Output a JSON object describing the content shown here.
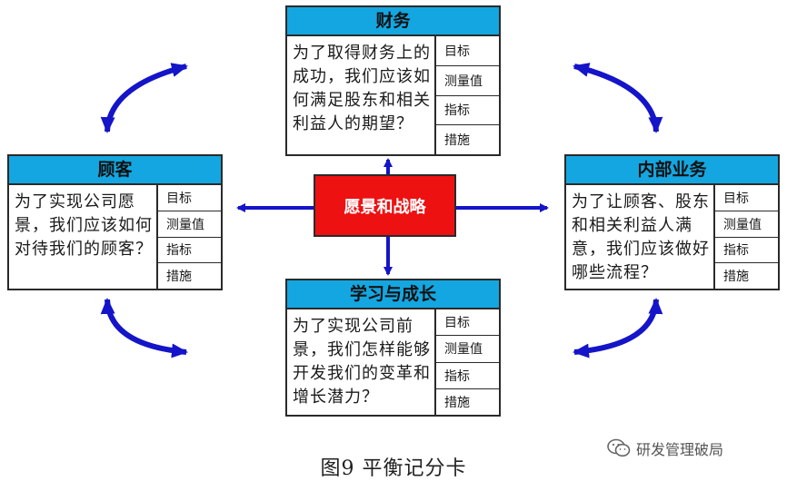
{
  "center": {
    "label": "愿景和战略"
  },
  "boxes": {
    "finance": {
      "title": "财务",
      "question": "为了取得财务上的成功，我们应该如何满足股东和相关利益人的期望？",
      "metrics": [
        "目标",
        "测量值",
        "指标",
        "措施"
      ]
    },
    "customer": {
      "title": "顾客",
      "question": "为了实现公司愿景，我们应该如何对待我们的顾客？",
      "metrics": [
        "目标",
        "测量值",
        "指标",
        "措施"
      ]
    },
    "internal": {
      "title": "内部业务",
      "question": "为了让顾客、股东和相关利益人满意，我们应该做好哪些流程？",
      "metrics": [
        "目标",
        "测量值",
        "指标",
        "措施"
      ]
    },
    "learning": {
      "title": "学习与成长",
      "question": "为了实现公司前景，我们怎样能够开发我们的变革和增长潜力？",
      "metrics": [
        "目标",
        "测量值",
        "指标",
        "措施"
      ]
    }
  },
  "caption": "图9 平衡记分卡",
  "watermark": {
    "text": "研发管理破局",
    "icon": "wechat-icon"
  },
  "colors": {
    "header": "#14a6e0",
    "center": "#ee1111",
    "arrow": "#1414c8"
  }
}
